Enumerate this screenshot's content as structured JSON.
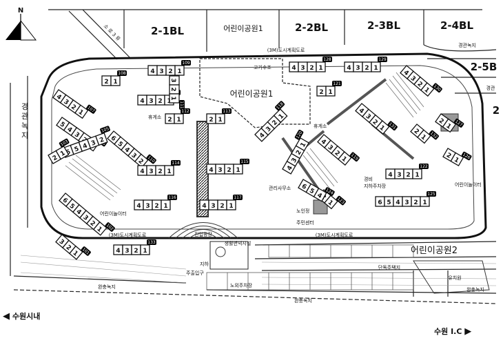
{
  "north": {
    "letter": "N"
  },
  "blocks_top": [
    {
      "label": "2-1BL"
    },
    {
      "label": "어린이공원1"
    },
    {
      "label": "2-2BL"
    },
    {
      "label": "2-3BL"
    },
    {
      "label": "2-4BL"
    }
  ],
  "blocks_right": [
    {
      "label": "2-5B"
    },
    {
      "label": "2"
    }
  ],
  "green": {
    "left_vertical": "경관녹지",
    "top_right": "경관녹지",
    "right_mid": "경관",
    "bottom_left": "완충녹지",
    "bottom_center": "완충녹지",
    "bottom_right": "완충녹지"
  },
  "parks": {
    "inner": "어린이공원1",
    "bottom": "어린이공원2"
  },
  "roads": {
    "top": "(3M)도시계획도로",
    "bottom_left": "(3M)도시계획도로",
    "bottom_right": "(3M)도시계획도로",
    "diag_top_left": "소 로 3 류"
  },
  "facilities": {
    "rest_top_left": "휴게소",
    "rest_center": "휴게소",
    "playground_left": "어린이놀이터",
    "playground_right": "어린이놀이터",
    "entrance": "진입광장",
    "welfare": "생활편익시설",
    "elevated_tank": "고가수조",
    "outdoor_parking": "노외주차장",
    "single_house": "단독주택지",
    "kindergarten": "유치원",
    "management": "관리사무소",
    "seniors": "노인정",
    "guard": "경비",
    "underground": "지하주차장",
    "plaza": "주민센터",
    "small_gate": "주출입구",
    "ramp": "지하"
  },
  "buildings": [
    {
      "num": "108",
      "cores": [
        "2",
        "1"
      ]
    },
    {
      "num": "109",
      "cores": [
        "4",
        "3",
        "2",
        "1"
      ]
    },
    {
      "num": "107",
      "cores": [
        "4",
        "3",
        "2",
        "1"
      ]
    },
    {
      "num": "106",
      "cores": [
        "5",
        "4",
        "3",
        "2",
        "1"
      ]
    },
    {
      "num": "105",
      "cores": [
        "6",
        "5",
        "4",
        "3",
        "2"
      ]
    },
    {
      "num": "104",
      "cores": [
        "4",
        "3",
        "2",
        "1"
      ]
    },
    {
      "num": "103",
      "cores": [
        "2",
        "1"
      ]
    },
    {
      "num": "102",
      "cores": [
        "6",
        "5",
        "4",
        "3",
        "2",
        "1"
      ]
    },
    {
      "num": "101",
      "cores": [
        "3",
        "2",
        "1"
      ]
    },
    {
      "num": "110",
      "cores": [
        "6",
        "5",
        "4",
        "3",
        "2"
      ]
    },
    {
      "num": "111",
      "cores": [
        "3",
        "2",
        "1"
      ]
    },
    {
      "num": "112",
      "cores": [
        "2",
        "1"
      ]
    },
    {
      "num": "113",
      "cores": [
        "2",
        "1"
      ]
    },
    {
      "num": "114",
      "cores": [
        "4",
        "3",
        "2",
        "1"
      ]
    },
    {
      "num": "115",
      "cores": [
        "4",
        "3",
        "2",
        "1"
      ]
    },
    {
      "num": "116",
      "cores": [
        "4",
        "3",
        "2",
        "1"
      ]
    },
    {
      "num": "117",
      "cores": [
        "4",
        "3",
        "2",
        "1"
      ]
    },
    {
      "num": "118",
      "cores": [
        "4",
        "3",
        "2",
        "1"
      ]
    },
    {
      "num": "119",
      "cores": [
        "4",
        "3",
        "2",
        "1"
      ]
    },
    {
      "num": "120",
      "cores": [
        "4",
        "3",
        "2",
        "1"
      ]
    },
    {
      "num": "121",
      "cores": [
        "2",
        "1"
      ]
    },
    {
      "num": "122",
      "cores": [
        "4",
        "3",
        "2",
        "1"
      ]
    },
    {
      "num": "123",
      "cores": [
        "2",
        "1"
      ]
    },
    {
      "num": "124",
      "cores": [
        "6",
        "5",
        "4"
      ]
    },
    {
      "num": "125",
      "cores": [
        "6",
        "5",
        "4",
        "3",
        "2",
        "1"
      ]
    },
    {
      "num": "126",
      "cores": [
        "2",
        "1"
      ]
    },
    {
      "num": "127",
      "cores": [
        "2",
        "1"
      ]
    },
    {
      "num": "128",
      "cores": [
        "4",
        "3",
        "2",
        "1"
      ]
    },
    {
      "num": "129",
      "cores": [
        "4",
        "3",
        "2",
        "1"
      ]
    },
    {
      "num": "130",
      "cores": [
        "4",
        "3",
        "2",
        "1"
      ]
    },
    {
      "num": "131",
      "cores": [
        "4",
        "3",
        "2",
        "1"
      ]
    },
    {
      "num": "132",
      "cores": [
        "2",
        "1"
      ]
    },
    {
      "num": "133",
      "cores": [
        "4",
        "3",
        "2",
        "1"
      ]
    }
  ],
  "nav": {
    "left": "수원시내",
    "right": "수원 I.C"
  }
}
